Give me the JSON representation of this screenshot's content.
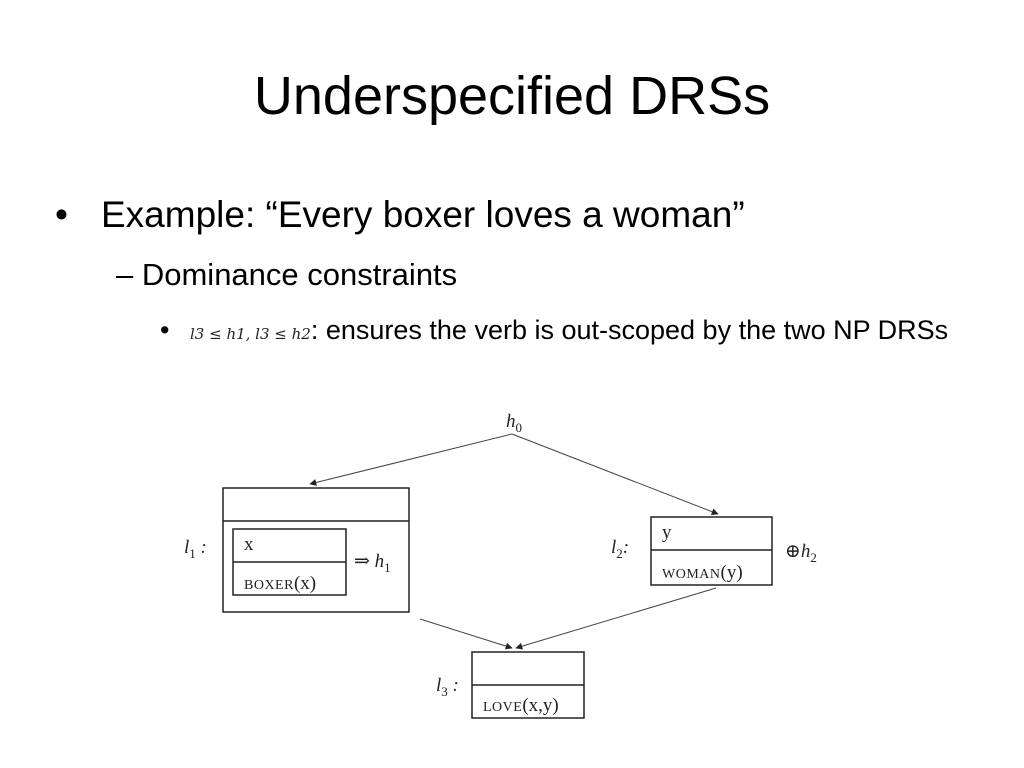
{
  "slide": {
    "title": "Underspecified DRSs",
    "bullet1": {
      "marker": "•",
      "text": "Example:  “Every boxer loves a woman”"
    },
    "bullet2": {
      "text": "– Dominance constraints"
    },
    "bullet3": {
      "marker": "•",
      "formula": "l3 ≤ h1, l3 ≤ h2",
      "text": ":  ensures the verb is out-scoped by the two NP DRSs"
    }
  },
  "diagram": {
    "h0": {
      "base": "h",
      "sub": "0"
    },
    "l1": {
      "base": "l",
      "sub": "1",
      "sep": " :"
    },
    "l2": {
      "base": "l",
      "sub": "2",
      "sep": ":"
    },
    "l3": {
      "base": "l",
      "sub": "3",
      "sep": " :"
    },
    "box_boxer": {
      "referent": "x",
      "predicate": "BOXER",
      "args": "(x)",
      "implication": "⇒ ",
      "hole": {
        "base": "h",
        "sub": "1"
      }
    },
    "box_woman": {
      "referent": "y",
      "predicate": "WOMAN",
      "args": "(y)",
      "plus": "⊕",
      "hole": {
        "base": "h",
        "sub": "2"
      }
    },
    "box_love": {
      "predicate": "LOVE",
      "args": "(x,y)"
    }
  }
}
